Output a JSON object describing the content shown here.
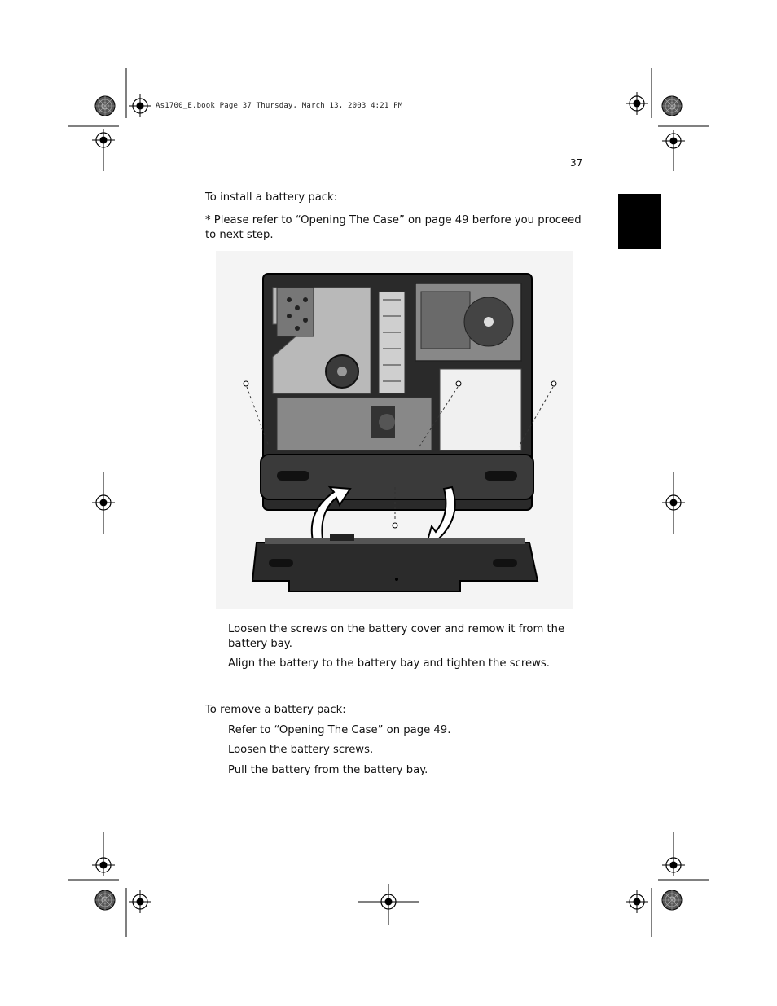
{
  "header": {
    "book_line": "As1700_E.book  Page 37  Thursday, March 13, 2003  4:21 PM",
    "page_number": "37"
  },
  "install": {
    "intro": "To install a battery pack:",
    "note": "* Please refer to “Opening The Case” on page 49  berfore you proceed to next step.",
    "steps": [
      "Loosen the  screws on the battery cover and remow it from the battery bay.",
      "Align the battery to the battery bay and tighten the screws."
    ]
  },
  "remove": {
    "intro": "To remove a battery pack:",
    "steps": [
      "Refer to “Opening The Case” on page 49.",
      "Loosen the battery screws.",
      "Pull the battery from the battery bay."
    ]
  },
  "figure": {
    "subject": "laptop-underside-battery-removal-illustration"
  }
}
